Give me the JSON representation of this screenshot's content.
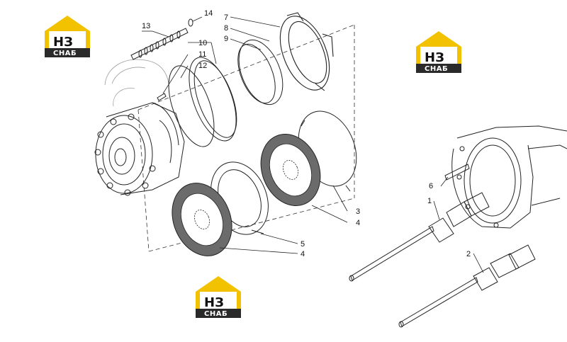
{
  "diagram": {
    "part_labels": [
      {
        "id": "p14",
        "text": "14"
      },
      {
        "id": "p13",
        "text": "13"
      },
      {
        "id": "p7",
        "text": "7"
      },
      {
        "id": "p8",
        "text": "8"
      },
      {
        "id": "p9",
        "text": "9"
      },
      {
        "id": "p10",
        "text": "10"
      },
      {
        "id": "p11",
        "text": "11"
      },
      {
        "id": "p12",
        "text": "12"
      },
      {
        "id": "p3",
        "text": "3"
      },
      {
        "id": "p4a",
        "text": "4"
      },
      {
        "id": "p5",
        "text": "5"
      },
      {
        "id": "p4b",
        "text": "4"
      },
      {
        "id": "p6",
        "text": "6"
      },
      {
        "id": "p1",
        "text": "1"
      },
      {
        "id": "p2",
        "text": "2"
      }
    ]
  },
  "watermark": {
    "logo_top": "НЗ",
    "logo_bottom": "СНАБ",
    "colors": {
      "yellow": "#f2c200",
      "dark": "#2a2a2a",
      "white": "#ffffff"
    }
  },
  "colors": {
    "line": "#222222",
    "ghost": "#9a9a9a",
    "friction": "#555555"
  }
}
